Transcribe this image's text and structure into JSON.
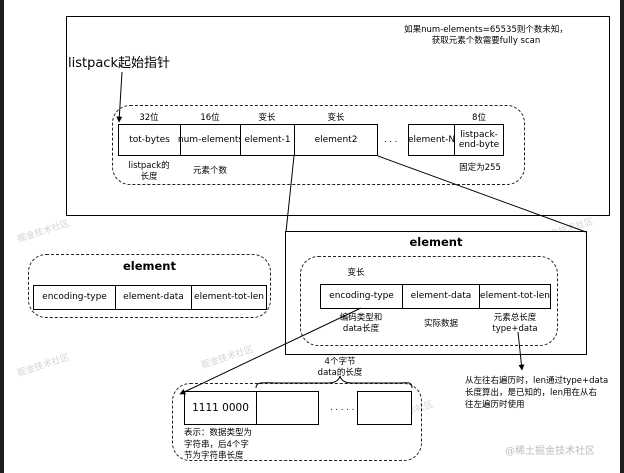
{
  "watermark": "掘金技术社区",
  "top_note": {
    "line1": "如果num-elements=65535则个数未知，",
    "line2": "获取元素个数需要fully scan"
  },
  "pointer_label": "listpack起始指针",
  "listpack": {
    "ellipsis": ". . .",
    "cells": [
      {
        "label": "tot-bytes",
        "size": "32位",
        "note_line1": "listpack的",
        "note_line2": "长度"
      },
      {
        "label": "num-elements",
        "size": "16位",
        "note": "元素个数"
      },
      {
        "label": "element-1",
        "size": "变长"
      },
      {
        "label": "element2",
        "size": "变长"
      },
      {
        "label": "element-N"
      },
      {
        "label_line1": "listpack-",
        "label_line2": "end-byte",
        "size": "8位",
        "note": "固定为255"
      }
    ]
  },
  "element_left": {
    "title": "element",
    "cells": [
      "encoding-type",
      "element-data",
      "element-tot-len"
    ]
  },
  "element_right": {
    "title": "element",
    "size": "变长",
    "cells": [
      {
        "label": "encoding-type",
        "note_line1": "编码类型和",
        "note_line2": "data长度"
      },
      {
        "label": "element-data",
        "note": "实际数据"
      },
      {
        "label": "element-tot-len",
        "note_line1": "元素总长度",
        "note_line2": "type+data"
      }
    ]
  },
  "traversal_note": {
    "line1": "从左往右遍历时，len通过type+data",
    "line2": "长度算出，是已知的，len用在从右",
    "line3": "往左遍历时使用"
  },
  "encoding_example": {
    "brace_line1": "4个字节",
    "brace_line2": "data的长度",
    "first_byte": "1111 0000",
    "ellipsis": ". . . . . .",
    "note_line1": "表示：数据类型为",
    "note_line2": "字符串，后4个字",
    "note_line3": "节为字符串长度"
  },
  "signature": "@稀土掘金技术社区"
}
